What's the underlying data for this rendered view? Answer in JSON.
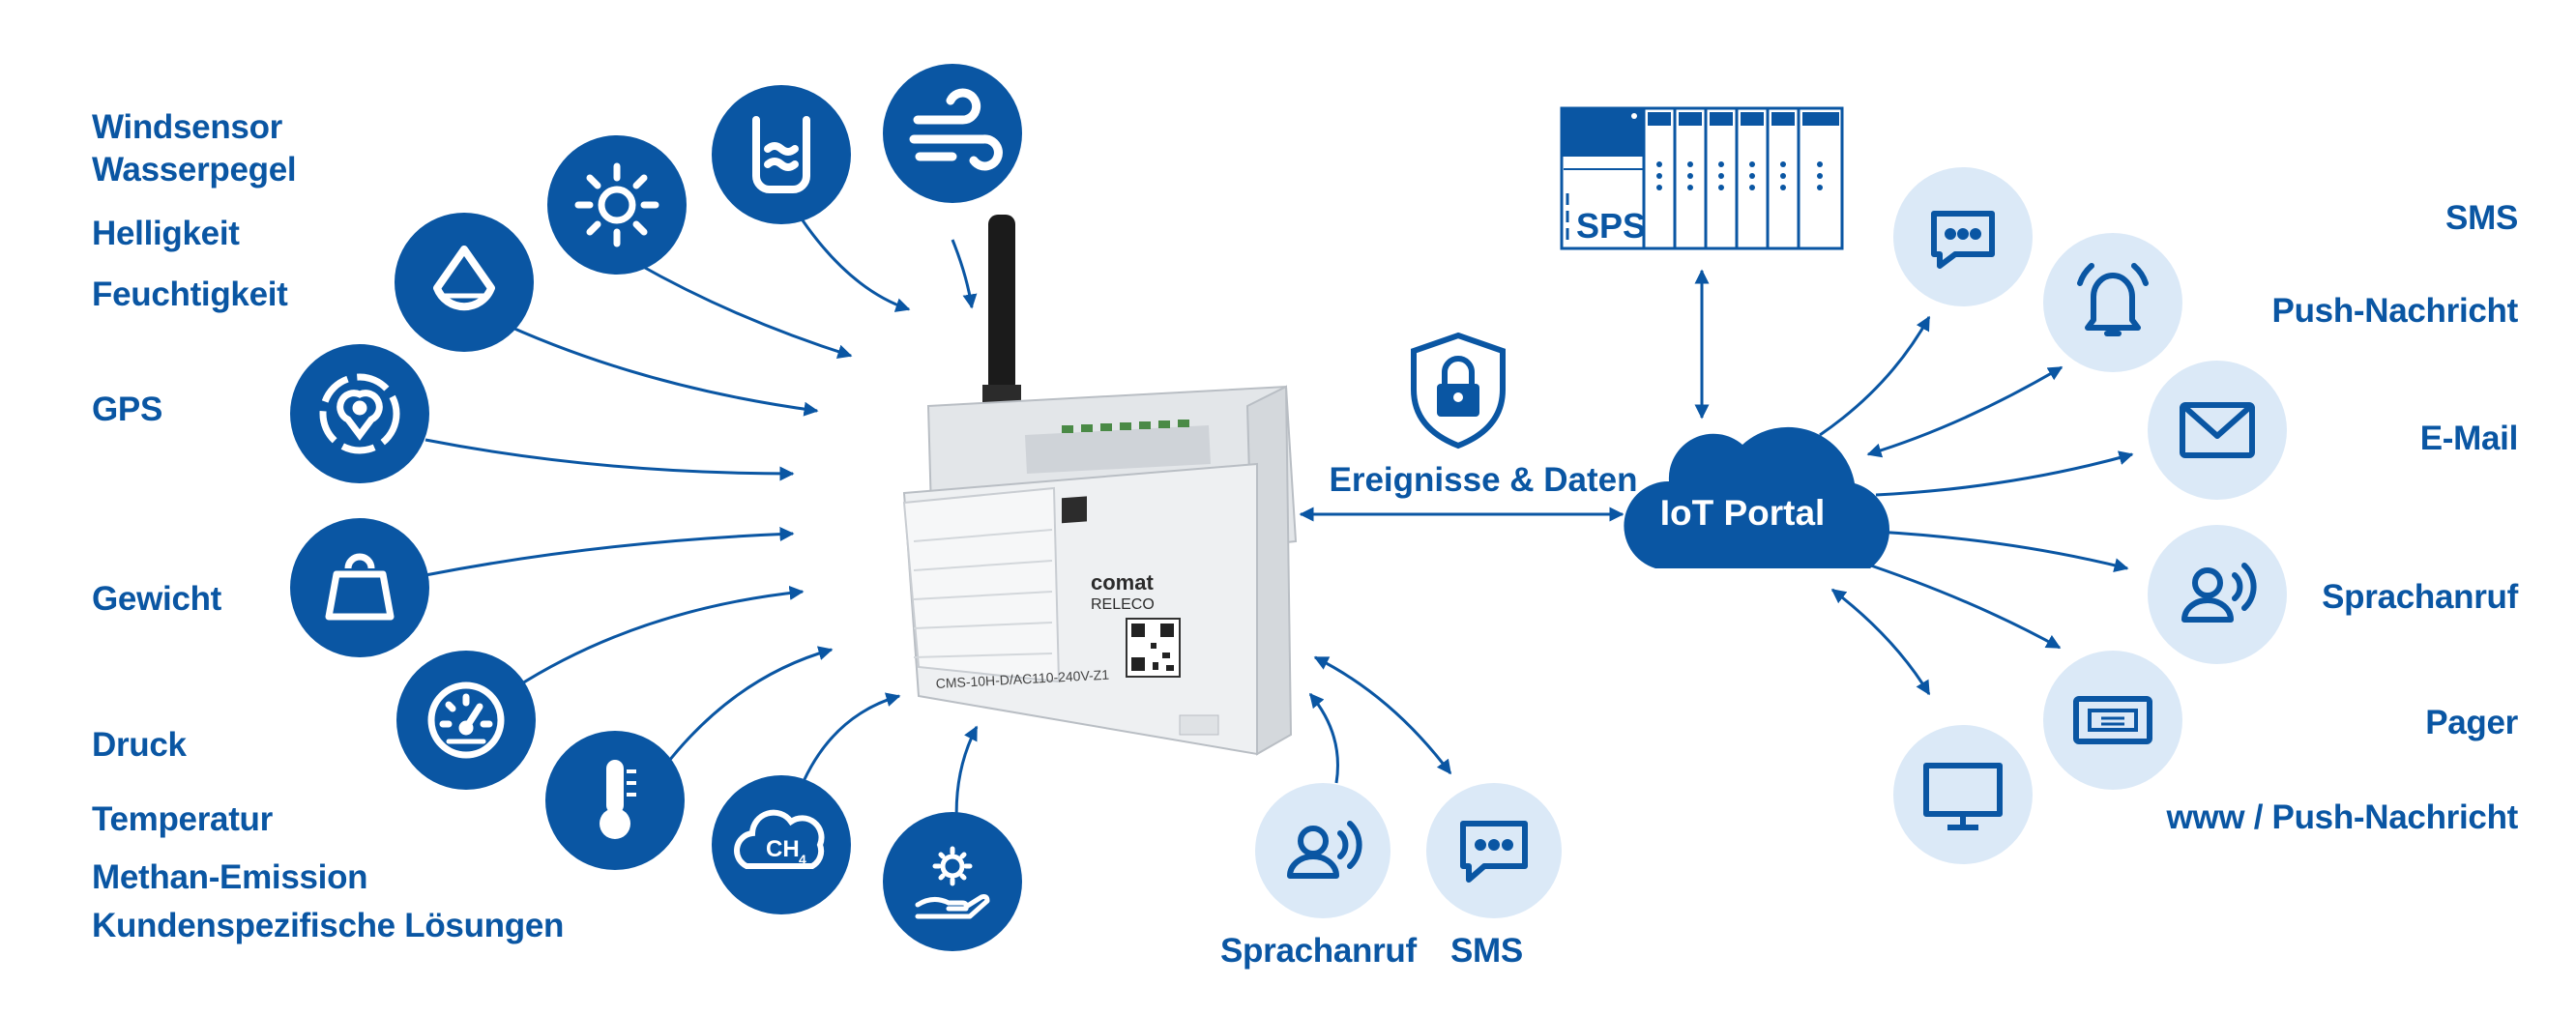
{
  "colors": {
    "primary": "#0a56a3",
    "light_circle": "#dbe9f7",
    "device_body": "#e9ecef",
    "white": "#ffffff"
  },
  "left_labels": [
    "Windsensor",
    "Wasserpegel",
    "Helligkeit",
    "Feuchtigkeit",
    "GPS",
    "Gewicht",
    "Druck",
    "Temperatur",
    "Methan-Emission",
    "Kundenspezifische Lösungen"
  ],
  "sensor_icons": [
    "wind-icon",
    "water-level-icon",
    "brightness-icon",
    "humidity-icon",
    "gps-icon",
    "weight-icon",
    "pressure-gauge-icon",
    "thermometer-icon",
    "methane-cloud-icon",
    "custom-solution-icon"
  ],
  "methane_formula": {
    "base": "CH",
    "sub": "4"
  },
  "device": {
    "brand_line1": "comat",
    "brand_line2": "RELECO",
    "model": "CMS-10H-D/AC110-240V-Z1"
  },
  "center": {
    "label": "Ereignisse & Daten",
    "lock_icon": "lock-shield-icon"
  },
  "bottom": {
    "voice_label": "Sprachanruf",
    "sms_label": "SMS",
    "voice_icon": "voice-call-icon",
    "sms_icon": "sms-chat-icon"
  },
  "plc": {
    "label": "SPS"
  },
  "cloud": {
    "label": "IoT Portal"
  },
  "right_labels": [
    "SMS",
    "Push-Nachricht",
    "E-Mail",
    "Sprachanruf",
    "Pager",
    "www / Push-Nachricht"
  ],
  "output_icons": [
    "sms-chat-icon",
    "bell-icon",
    "email-icon",
    "voice-call-icon",
    "pager-icon",
    "monitor-icon"
  ]
}
